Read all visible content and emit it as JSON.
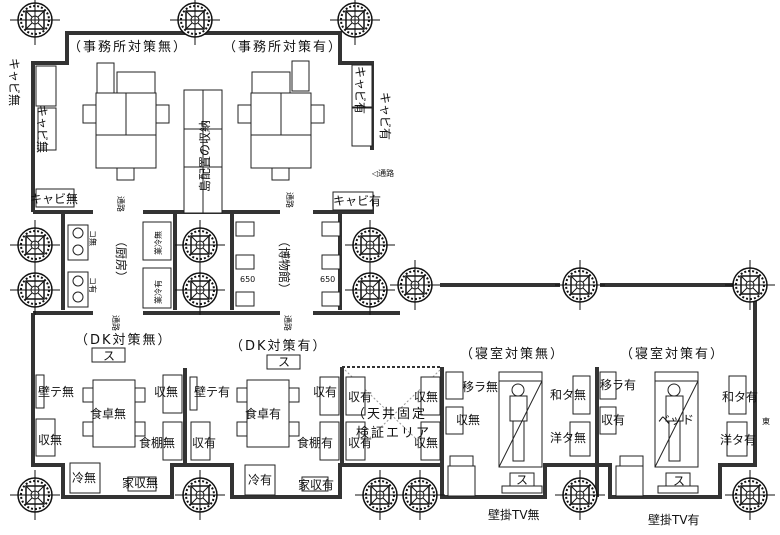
{
  "office": {
    "without_label": "（事務所対策無）",
    "with_label": "（事務所対策有）",
    "cabinet_without_outer": "キャビ無",
    "cabinet_without_inner": "キャビ無",
    "cabinet_without_lower": "キャビ無",
    "cabinet_with_outer": "キャビ有",
    "cabinet_with_inner": "キャビ有",
    "cabinet_with_lower": "キャビ有",
    "island_storage": "島配置の収納",
    "aisle_right": "◁通路"
  },
  "corridor": {
    "aisle_1": "通路",
    "aisle_2": "通路",
    "aisle_3": "通路",
    "aisle_4": "通路",
    "kitchen": "（厨房）",
    "museum": "（博物館）",
    "stove_without": "コ無",
    "stove_with": "コ有",
    "fridge_without": "業冷無",
    "fridge_with": "業冷有",
    "dim_1": "650",
    "dim_2": "650"
  },
  "dk_without": {
    "title": "（DK対策無）",
    "stove": "ス",
    "wall_tv": "壁テ無",
    "storage_1": "収無",
    "table": "食卓無",
    "storage_2": "収無",
    "cupboard": "食棚無",
    "fridge": "冷無",
    "home_storage": "家収無"
  },
  "dk_with": {
    "title": "（DK対策有）",
    "stove": "ス",
    "wall_tv": "壁テ有",
    "storage_1": "収有",
    "table": "食卓有",
    "storage_2": "収有",
    "cupboard": "食棚有",
    "fridge": "冷有",
    "home_storage": "家収有"
  },
  "ceiling_area": {
    "line1": "（天井固定",
    "line2": "検証エリア",
    "storage_tl": "収有",
    "storage_tr": "収無",
    "storage_bl": "収有",
    "storage_br": "収無"
  },
  "bedroom_without": {
    "title": "（寝室対策無）",
    "movable_rack": "移ラ無",
    "storage": "収無",
    "japanese_chest": "和タ無",
    "western_wardrobe": "洋タ無",
    "stove": "ス",
    "wall_tv": "壁掛TV無"
  },
  "bedroom_with": {
    "title": "（寝室対策有）",
    "movable_rack": "移ラ有",
    "storage": "収有",
    "bed": "ベッド",
    "japanese_chest": "和タ有",
    "western_wardrobe": "洋タ有",
    "stove": "ス",
    "wall_tv": "壁掛TV有"
  },
  "compass": "東"
}
